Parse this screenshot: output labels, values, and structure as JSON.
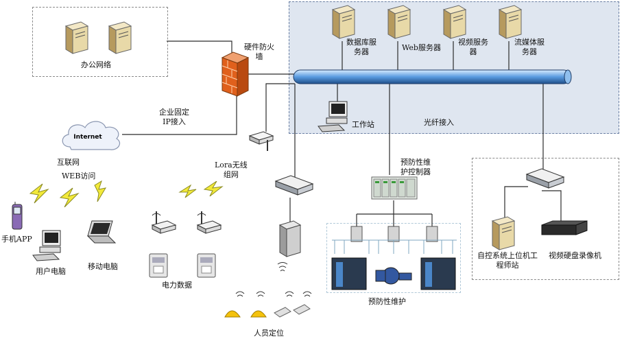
{
  "office_network": {
    "label": "办公网络"
  },
  "firewall": {
    "label_line1": "硬件防火",
    "label_line2": "墙"
  },
  "enterprise_ip": {
    "line1": "企业固定",
    "line2": "IP接入"
  },
  "internet": {
    "cloud_text": "Internet",
    "label": "互联网",
    "web_access": "WEB访问"
  },
  "servers": [
    {
      "line1": "数据库服",
      "line2": "务器"
    },
    {
      "line1": "Web服务器",
      "line2": ""
    },
    {
      "line1": "视频服务",
      "line2": "器"
    },
    {
      "line1": "流媒体服",
      "line2": "务器"
    }
  ],
  "workstation": {
    "label": "工作站"
  },
  "fiber": {
    "label": "光纤接入"
  },
  "lora": {
    "line1": "Lora无线",
    "line2": "组网"
  },
  "clients": {
    "phone": "手机APP",
    "user_pc": "用户电脑",
    "laptop": "移动电脑"
  },
  "power_data": {
    "label": "电力数据"
  },
  "controller": {
    "line1": "预防性维",
    "line2": "护控制器"
  },
  "maintenance": {
    "label": "预防性维护"
  },
  "personnel": {
    "label": "人员定位"
  },
  "control_zone": {
    "engineer_line1": "自控系统上位机工",
    "engineer_line2": "程师站",
    "nvr": "视频硬盘录像机"
  }
}
